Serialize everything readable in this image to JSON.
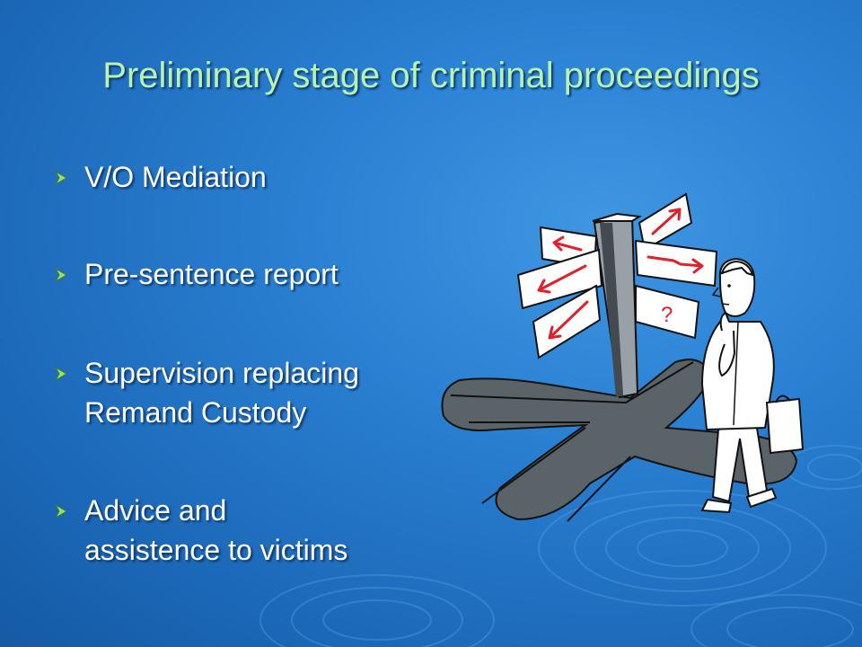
{
  "slide": {
    "title": "Preliminary stage of criminal proceedings",
    "bullets": [
      {
        "lines": [
          "V/O Mediation"
        ]
      },
      {
        "lines": [
          "Pre-sentence report"
        ]
      },
      {
        "lines": [
          "Supervision replacing",
          "Remand Custody"
        ]
      },
      {
        "lines": [
          "Advice and",
          "assistence to victims"
        ]
      }
    ],
    "sign_mark": "?"
  },
  "colors": {
    "background": "#1f6fc2",
    "title": "#b9f3b0",
    "bullet_text": "#ffffff",
    "bullet_arrow": "#9be06b",
    "arrow_red": "#e0202a",
    "shadow": "#5a6468"
  },
  "icons": {
    "bullet": "arrow-bullet-icon",
    "clipart": "signpost-man-illustration"
  }
}
